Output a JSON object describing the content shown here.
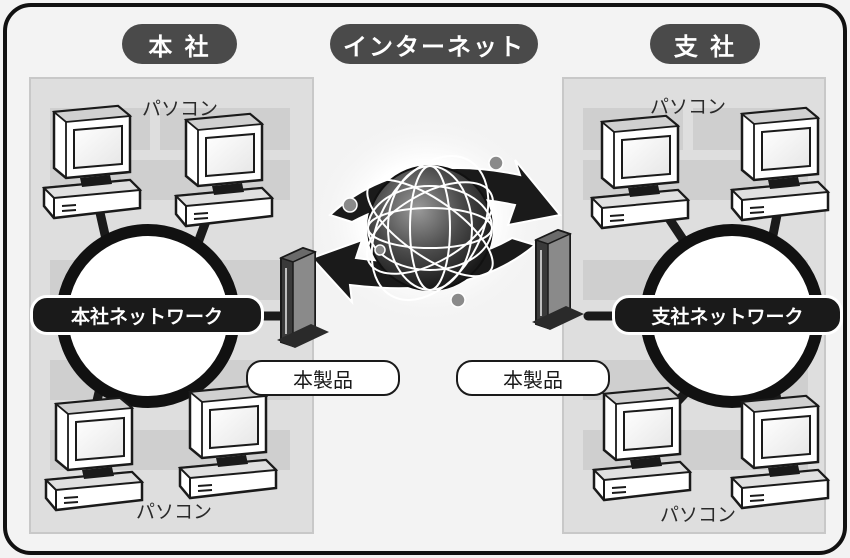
{
  "headers": {
    "honsha": "本 社",
    "internet": "インターネット",
    "shisha": "支 社"
  },
  "network_labels": {
    "honsha_network": "本社ネットワーク",
    "shisha_network": "支社ネットワーク"
  },
  "product_labels": {
    "left": "本製品",
    "right": "本製品"
  },
  "pc_labels": {
    "left_top": "パソコン",
    "left_bottom": "パソコン",
    "right_top": "パソコン",
    "right_bottom": "パソコン"
  }
}
